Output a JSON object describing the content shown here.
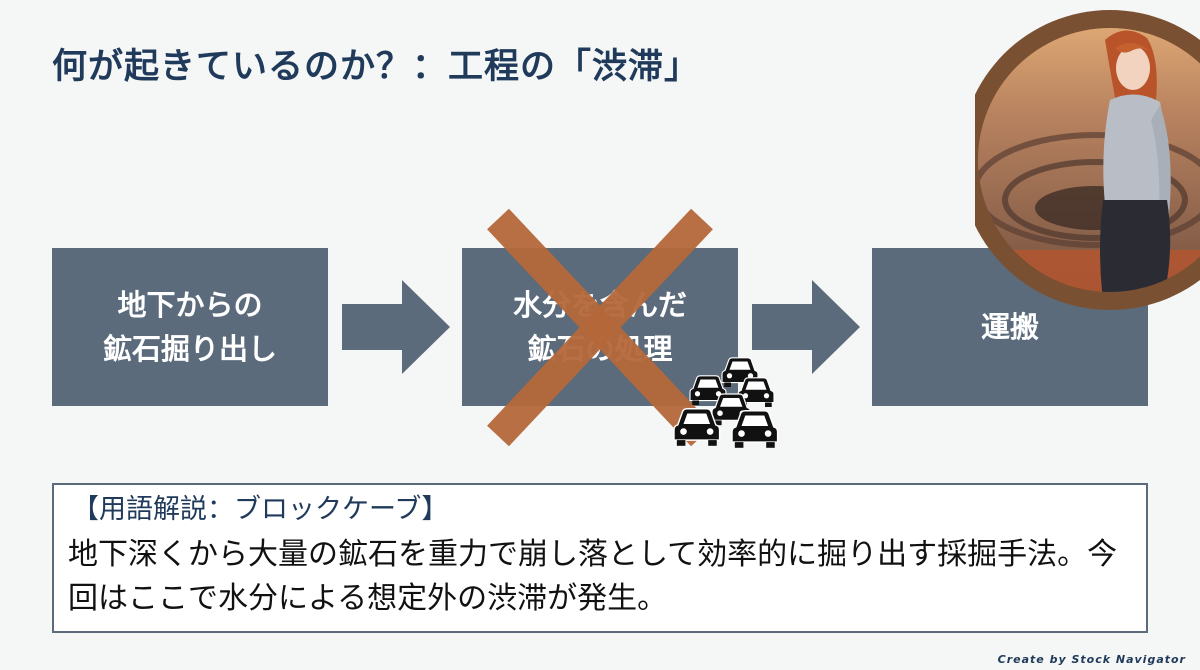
{
  "title": "何が起きているのか？：工程の「渋滞」",
  "steps": [
    {
      "line1": "地下からの",
      "line2": "鉱石掘り出し"
    },
    {
      "line1": "水分を含んだ",
      "line2": "鉱石の処理"
    },
    {
      "line1": "運搬"
    }
  ],
  "icons": {
    "arrow": "right-arrow-icon",
    "cross": "x-mark-icon",
    "traffic": "traffic-jam-cars-icon"
  },
  "colors": {
    "title": "#1f3a5a",
    "step_box": "#5b6b7b",
    "cross": "#b5683a",
    "avatar_ring": "#7a5032"
  },
  "glossary": {
    "heading": "【用語解説：ブロックケーブ】",
    "body": "地下深くから大量の鉱石を重力で崩し落として効率的に掘り出す採掘手法。今回はここで水分による想定外の渋滞が発生。"
  },
  "credit": "Create by Stock Navigator"
}
